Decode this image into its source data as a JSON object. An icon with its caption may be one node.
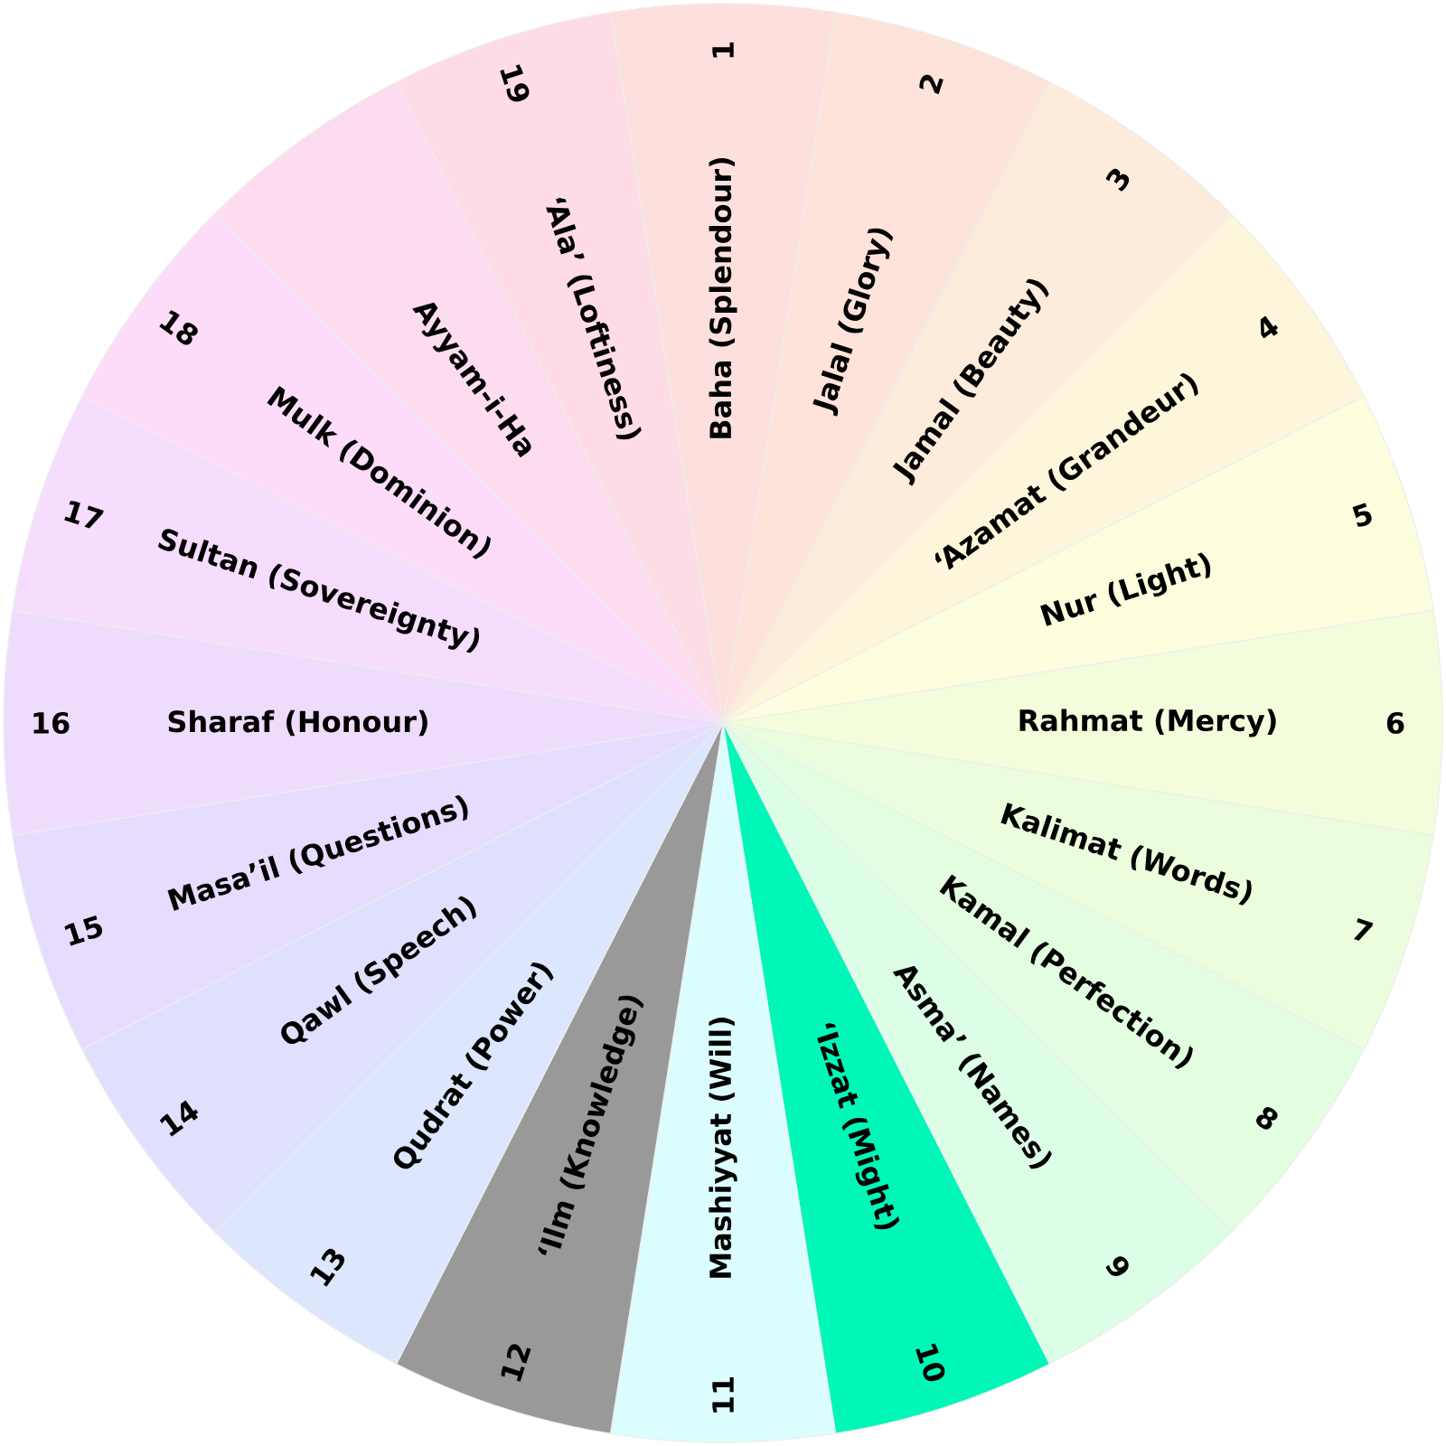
{
  "diagram": {
    "nodes": [
      {
        "text": [
          "Baha (Splendour)",
          "1"
        ]
      },
      {
        "text": [
          "Jalal (Glory)",
          "2"
        ]
      },
      {
        "text": [
          "Jamal (Beauty)",
          "3"
        ]
      },
      {
        "text": [
          "ʻAzamat (Grandeur)",
          "4"
        ]
      },
      {
        "text": [
          "Nur (Light)",
          "5"
        ]
      },
      {
        "text": [
          "Rahmat (Mercy)",
          "6"
        ]
      },
      {
        "text": [
          "Kalimat (Words)",
          "7"
        ]
      },
      {
        "text": [
          "Kamal (Perfection)",
          "8"
        ]
      },
      {
        "text": [
          "Asmaʼ (Names)",
          "9"
        ]
      },
      {
        "text": [
          "ʻIzzat (Might)",
          "10"
        ]
      },
      {
        "text": [
          "11",
          "Mashiyyat (Will)"
        ]
      },
      {
        "text": [
          "12",
          "ʻIlm (Knowledge)"
        ]
      },
      {
        "text": [
          "13",
          "Qudrat (Power)"
        ]
      },
      {
        "text": [
          "14",
          "Qawl (Speech)"
        ]
      },
      {
        "text": [
          "15",
          "Masaʼil (Questions)"
        ]
      },
      {
        "text": [
          "16",
          "Sharaf (Honour)"
        ]
      },
      {
        "text": [
          "17",
          "Sultan (Sovereignty)"
        ]
      },
      {
        "text": [
          "18",
          "Mulk (Dominion)"
        ]
      },
      {
        "text": [
          "Ayyam-i-Ha"
        ]
      },
      {
        "text": [
          "19",
          "ʻAlaʼ (Loftiness)"
        ]
      }
    ]
  }
}
